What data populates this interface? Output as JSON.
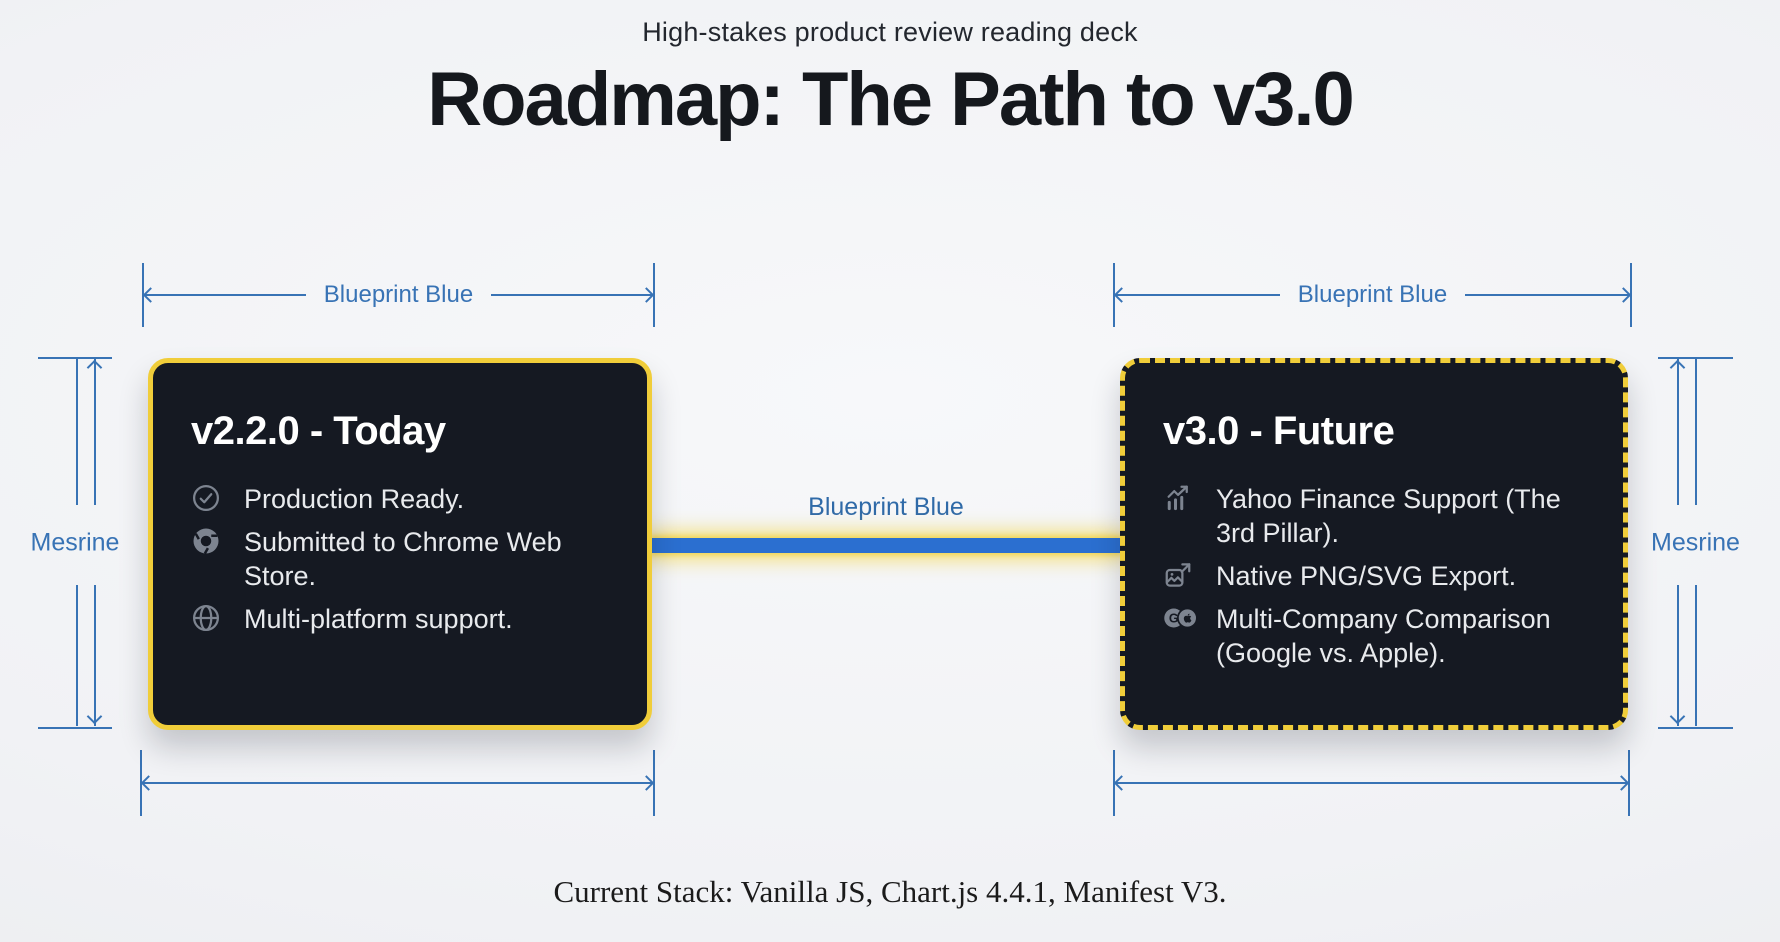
{
  "header": {
    "kicker": "High-stakes product review reading deck",
    "title": "Roadmap: The Path to v3.0"
  },
  "cards": {
    "today": {
      "title": "v2.2.0 - Today",
      "items": [
        {
          "icon": "check-circle-icon",
          "text": "Production Ready."
        },
        {
          "icon": "chrome-icon",
          "text": "Submitted to Chrome Web Store."
        },
        {
          "icon": "globe-icon",
          "text": "Multi-platform support."
        }
      ]
    },
    "future": {
      "title": "v3.0 - Future",
      "items": [
        {
          "icon": "growth-chart-icon",
          "text": "Yahoo Finance Support (The 3rd Pillar)."
        },
        {
          "icon": "image-export-icon",
          "text": "Native PNG/SVG Export."
        },
        {
          "icon": "google-apple-icon",
          "text": "Multi-Company Comparison (Google vs. Apple)."
        }
      ]
    }
  },
  "annotations": {
    "dim_top_left": "Blueprint Blue",
    "dim_top_right": "Blueprint Blue",
    "connector": "Blueprint Blue",
    "dim_left_vertical": "Mesrine",
    "dim_right_vertical": "Mesrine"
  },
  "footer": "Current Stack: Vanilla JS, Chart.js 4.4.1, Manifest V3.",
  "colors": {
    "background": "#f2f3f5",
    "card_background": "#151922",
    "accent_yellow": "#f0cd3a",
    "blueprint_blue": "#3873b5",
    "connector_blue": "#2b6fd0",
    "heading_text": "#15181d",
    "card_text": "#e8eaed",
    "icon_gray": "#7d8490"
  }
}
